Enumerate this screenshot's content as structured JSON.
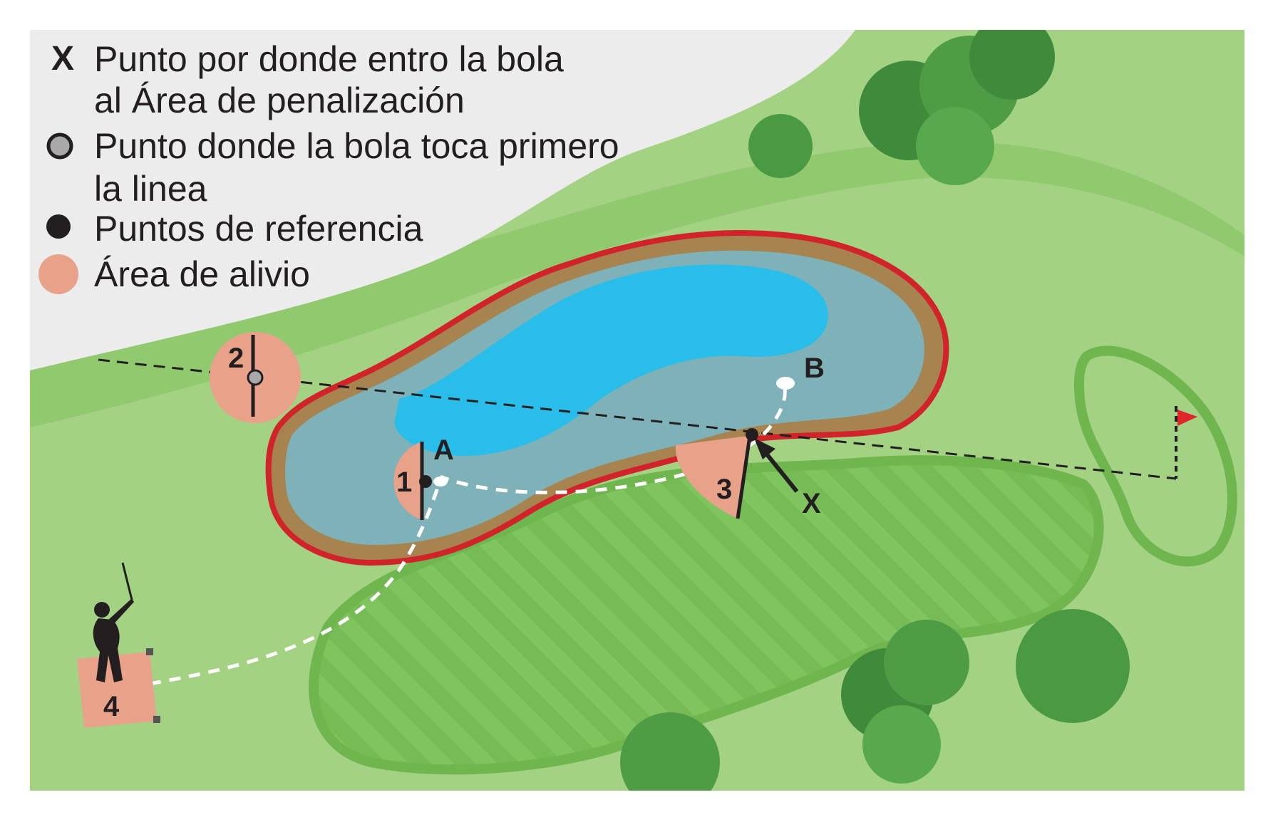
{
  "legend": {
    "x_symbol": "X",
    "items": [
      {
        "key": "entry_point",
        "lines": [
          "Punto por donde entro la bola",
          "al Área de penalización"
        ]
      },
      {
        "key": "line_touch",
        "lines": [
          "Punto donde la bola toca primero",
          "la linea"
        ]
      },
      {
        "key": "reference",
        "lines": [
          "Puntos de referencia"
        ]
      },
      {
        "key": "relief",
        "lines": [
          "Área de alivio"
        ]
      }
    ]
  },
  "labels": {
    "area1": "1",
    "area2": "2",
    "area3": "3",
    "area4": "4",
    "point_a": "A",
    "point_b": "B",
    "entry_x": "X"
  },
  "colors": {
    "rough": "#a3d283",
    "fairway": "#80c45f",
    "sky": "#ececed",
    "water_deep": "#29bdea",
    "water_shallow": "#7eb1b8",
    "bank": "#a6834f",
    "penalty_line": "#d1232a",
    "relief": "#e8a28a",
    "flag": "#e0262b"
  }
}
